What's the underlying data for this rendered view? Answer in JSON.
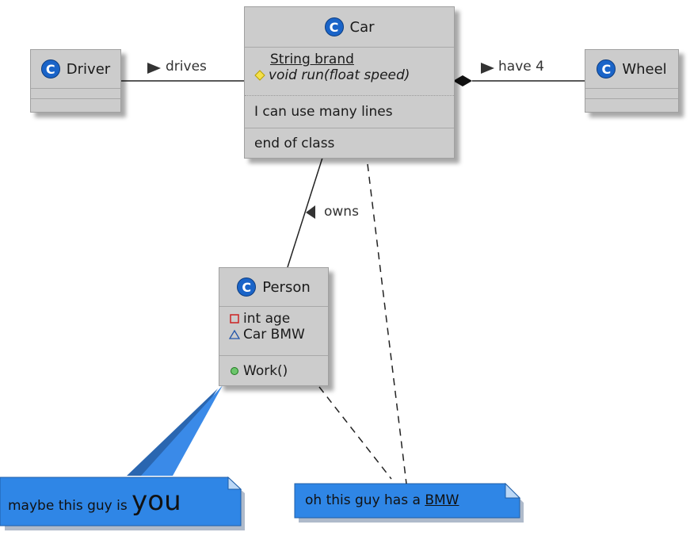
{
  "classes": {
    "car": {
      "name": "Car",
      "fields": [
        "String brand",
        "void run(float speed)"
      ],
      "section2": "I can use many lines",
      "section3": "end of class"
    },
    "driver": {
      "name": "Driver"
    },
    "wheel": {
      "name": "Wheel"
    },
    "person": {
      "name": "Person",
      "fields": [
        "int age",
        "Car BMW"
      ],
      "methods": [
        "Work()"
      ]
    }
  },
  "relations": {
    "drives": "drives",
    "have": "have 4",
    "owns": "owns"
  },
  "notes": {
    "you": {
      "prefix": "maybe this guy is ",
      "emphasis": "you"
    },
    "bmw": {
      "prefix": "oh this guy has a ",
      "link": "BMW"
    }
  },
  "icons": {
    "class_badge": "class-c-icon",
    "protected": "diamond-icon",
    "private": "square-icon",
    "package": "triangle-icon",
    "public": "circle-icon"
  },
  "colors": {
    "class_bg": "#cccccc",
    "badge": "#1a64c8",
    "note_bg": "#2f86e6"
  }
}
